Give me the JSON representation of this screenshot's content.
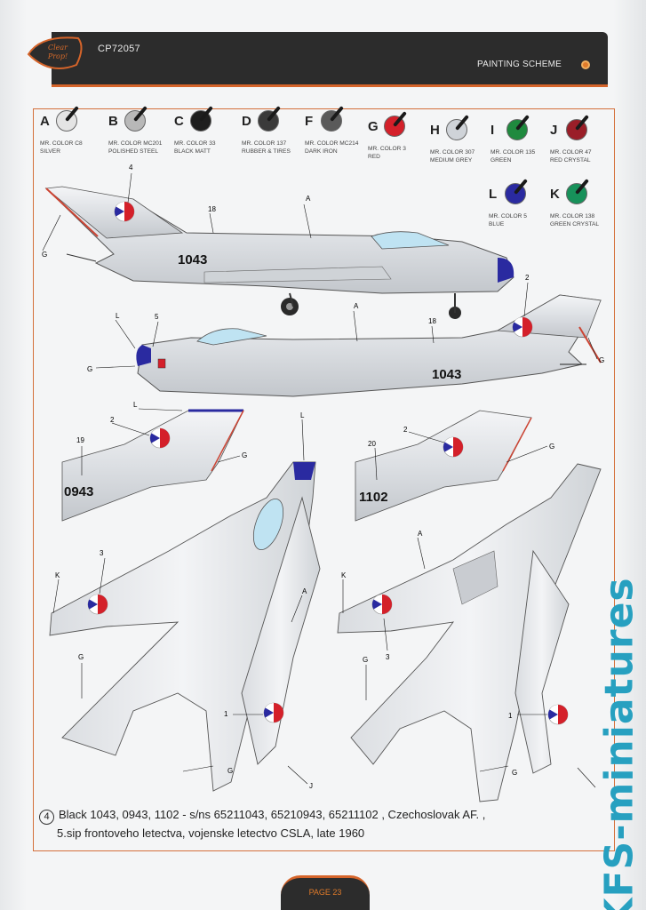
{
  "header": {
    "code": "CP72057",
    "title": "PAINTING SCHEME",
    "logo_text": "Clear Prop!"
  },
  "colors": [
    {
      "letter": "A",
      "line1": "MR. COLOR C8",
      "line2": "SILVER",
      "hex": "#e4e4e4"
    },
    {
      "letter": "B",
      "line1": "MR. COLOR MC201",
      "line2": "POLISHED STEEL",
      "hex": "#b8b8b8"
    },
    {
      "letter": "C",
      "line1": "MR. COLOR 33",
      "line2": "BLACK MATT",
      "hex": "#1e1e1e"
    },
    {
      "letter": "D",
      "line1": "MR. COLOR 137",
      "line2": "RUBBER & TIRES",
      "hex": "#3a3a3a"
    },
    {
      "letter": "F",
      "line1": "MR. COLOR MC214",
      "line2": "DARK IRON",
      "hex": "#5a5a5a"
    },
    {
      "letter": "G",
      "line1": "MR. COLOR 3",
      "line2": "RED",
      "hex": "#d4202a"
    },
    {
      "letter": "H",
      "line1": "MR. COLOR 307",
      "line2": "MEDIUM GREY",
      "hex": "#cfd3d8"
    },
    {
      "letter": "I",
      "line1": "MR. COLOR 135",
      "line2": "GREEN",
      "hex": "#1f8a3e"
    },
    {
      "letter": "J",
      "line1": "MR. COLOR 47",
      "line2": "RED CRYSTAL",
      "hex": "#9a1e28"
    },
    {
      "letter": "L",
      "line1": "MR. COLOR 5",
      "line2": "BLUE",
      "hex": "#2a2aa0"
    },
    {
      "letter": "K",
      "line1": "MR. COLOR 138",
      "line2": "GREEN CRYSTAL",
      "hex": "#17915a"
    }
  ],
  "callouts": {
    "a": "A",
    "g": "G",
    "l": "L",
    "k": "K",
    "j": "J",
    "n1": "1",
    "n2": "2",
    "n3": "3",
    "n4": "4",
    "n5": "5",
    "n18": "18",
    "n19": "19",
    "n20": "20"
  },
  "serials": {
    "s1": "1043",
    "s2": "1043",
    "s3": "0943",
    "s4": "1102"
  },
  "caption": {
    "number": "4",
    "line1": "Black 1043, 0943, 1102  - s/ns 65211043, 65210943, 65211102 , Czechoslovak AF. ,",
    "line2": "5.sip frontoveho letectva, vojenske letectvo CSLA, late 1960"
  },
  "page": "PAGE 23",
  "watermark": "KFS-miniatures"
}
